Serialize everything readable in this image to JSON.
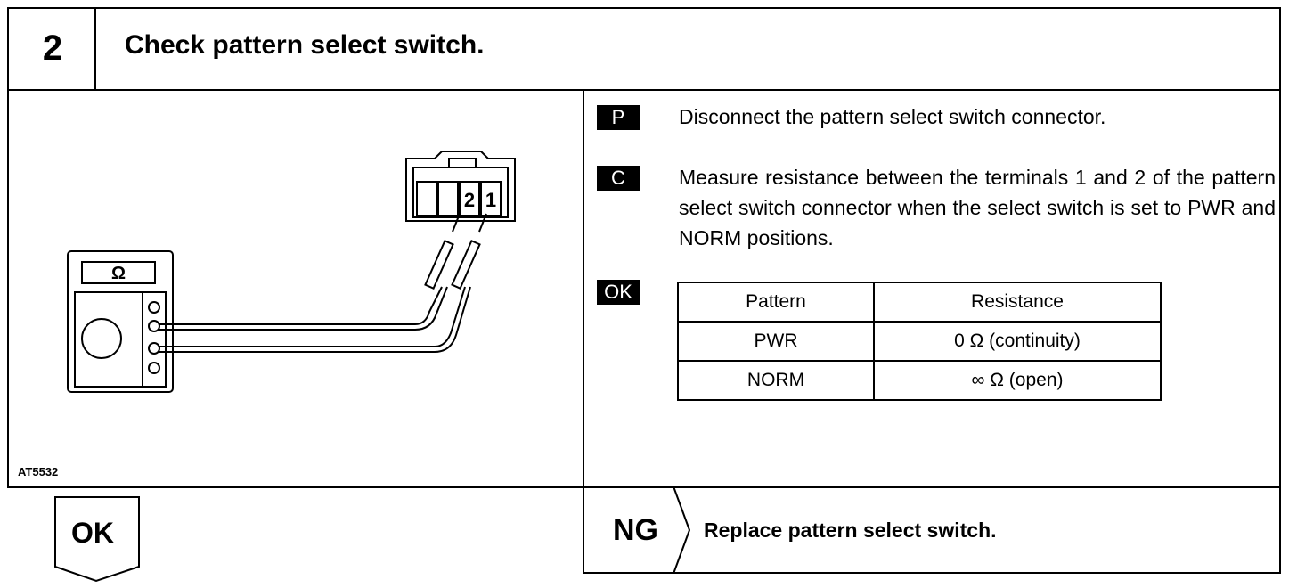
{
  "header": {
    "step_number": "2",
    "title": "Check pattern select switch."
  },
  "figure": {
    "id": "AT5532",
    "ohm_symbol": "Ω",
    "terminal_labels": [
      "2",
      "1"
    ]
  },
  "steps": [
    {
      "tag": "P",
      "text": "Disconnect the pattern select switch connector."
    },
    {
      "tag": "C",
      "text": "Measure resistance between the terminals 1 and 2 of the pattern select switch connector when the select switch is set to PWR and NORM positions."
    }
  ],
  "result": {
    "tag": "OK",
    "table": {
      "headers": [
        "Pattern",
        "Resistance"
      ],
      "rows": [
        [
          "PWR",
          "0 Ω (continuity)"
        ],
        [
          "NORM",
          "∞ Ω (open)"
        ]
      ]
    }
  },
  "outcomes": {
    "ok_label": "OK",
    "ng_label": "NG",
    "ng_action": "Replace pattern select switch."
  }
}
